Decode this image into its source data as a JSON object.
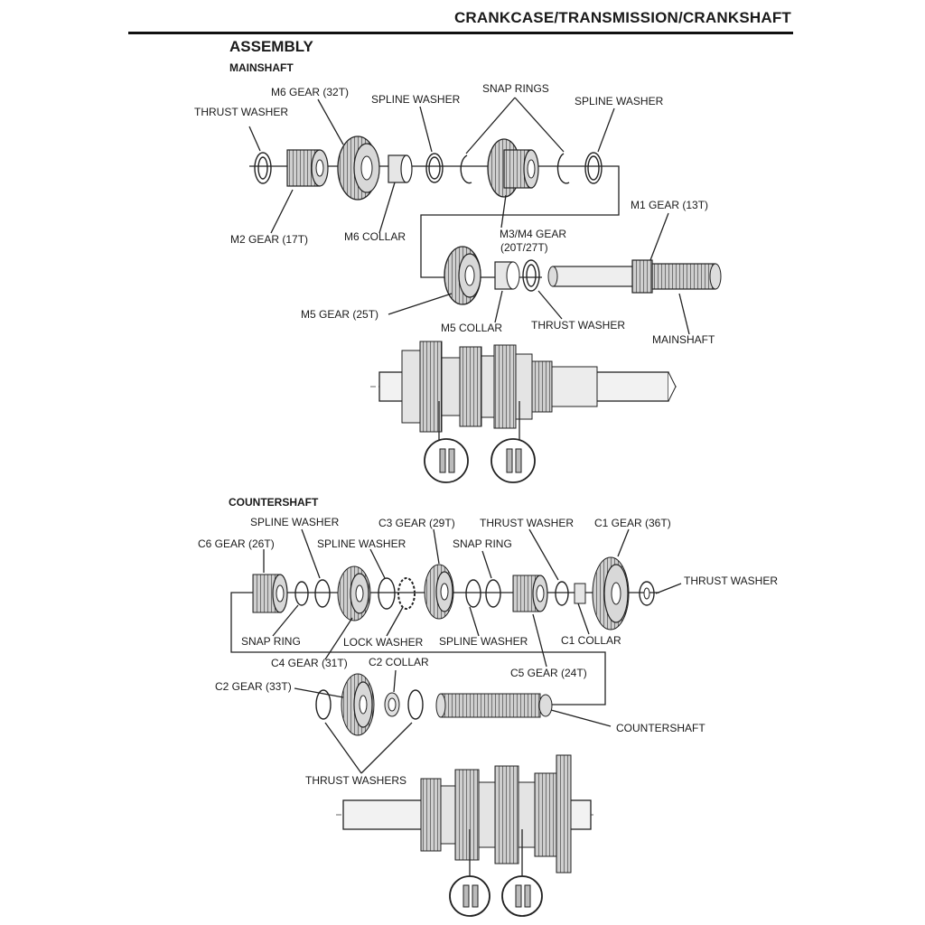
{
  "header": {
    "title": "CRANKCASE/TRANSMISSION/CRANKSHAFT"
  },
  "section": {
    "title": "ASSEMBLY"
  },
  "mainshaft": {
    "title": "MAINSHAFT",
    "labels": {
      "thrust_washer_1": "THRUST WASHER",
      "m6_gear": "M6 GEAR (32T)",
      "spline_washer_1": "SPLINE WASHER",
      "snap_rings": "SNAP RINGS",
      "spline_washer_2": "SPLINE WASHER",
      "m2_gear": "M2 GEAR (17T)",
      "m6_collar": "M6 COLLAR",
      "m3m4_gear_1": "M3/M4 GEAR",
      "m3m4_gear_2": "(20T/27T)",
      "m1_gear": "M1 GEAR (13T)",
      "m5_gear": "M5 GEAR (25T)",
      "m5_collar": "M5 COLLAR",
      "thrust_washer_2": "THRUST WASHER",
      "mainshaft": "MAINSHAFT"
    }
  },
  "countershaft": {
    "title": "COUNTERSHAFT",
    "labels": {
      "spline_washer_1": "SPLINE WASHER",
      "c3_gear": "C3 GEAR (29T)",
      "thrust_washer_1": "THRUST WASHER",
      "c1_gear": "C1 GEAR (36T)",
      "c6_gear": "C6 GEAR (26T)",
      "spline_washer_2": "SPLINE WASHER",
      "snap_ring_top": "SNAP RING",
      "thrust_washer_2": "THRUST WASHER",
      "snap_ring_bottom": "SNAP RING",
      "lock_washer": "LOCK WASHER",
      "spline_washer_3": "SPLINE WASHER",
      "c1_collar": "C1 COLLAR",
      "c4_gear": "C4 GEAR (31T)",
      "c2_collar": "C2 COLLAR",
      "c5_gear": "C5 GEAR (24T)",
      "c2_gear": "C2 GEAR (33T)",
      "countershaft": "COUNTERSHAFT",
      "thrust_washers": "THRUST WASHERS"
    }
  }
}
